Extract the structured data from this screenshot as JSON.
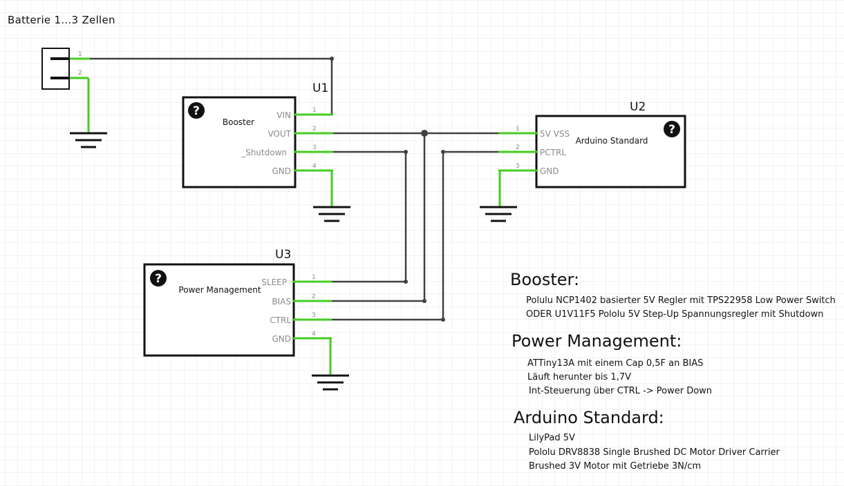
{
  "battery": {
    "title": "Batterie 1...3 Zellen",
    "pins": [
      "1",
      "2"
    ]
  },
  "parts": {
    "u1": {
      "ref": "U1",
      "name": "Booster",
      "pins": [
        "VIN",
        "VOUT",
        "_Shutdown",
        "GND"
      ],
      "nums": [
        "1",
        "2",
        "3",
        "4"
      ]
    },
    "u2": {
      "ref": "U2",
      "name": "Arduino Standard",
      "pins": [
        "5V VSS",
        "PCTRL",
        "GND"
      ],
      "nums": [
        "1",
        "2",
        "3"
      ]
    },
    "u3": {
      "ref": "U3",
      "name": "Power Management",
      "pins": [
        "SLEEP",
        "BIAS",
        "CTRL",
        "GND"
      ],
      "nums": [
        "1",
        "2",
        "3",
        "4"
      ]
    }
  },
  "unknown_part_icon": "?",
  "notes": [
    {
      "heading": "Booster:",
      "lines": [
        "Polulu NCP1402 basierter 5V Regler mit TPS22958 Low Power Switch",
        "ODER U1V11F5 Pololu 5V Step-Up Spannungsregler mit Shutdown"
      ]
    },
    {
      "heading": "Power Management:",
      "lines": [
        "ATTiny13A mit einem Cap 0,5F an BIAS",
        "Läuft herunter bis 1,7V",
        "Int-Steuerung über CTRL -> Power Down"
      ]
    },
    {
      "heading": "Arduino Standard:",
      "lines": [
        "LilyPad 5V",
        "Pololu DRV8838 Single Brushed DC Motor Driver Carrier",
        "Brushed 3V Motor mit Getriebe 3N/cm"
      ]
    }
  ],
  "colors": {
    "wire": "#404040",
    "pin": "#44cc22",
    "grid": "#e6e6e6",
    "outline": "#111111"
  }
}
